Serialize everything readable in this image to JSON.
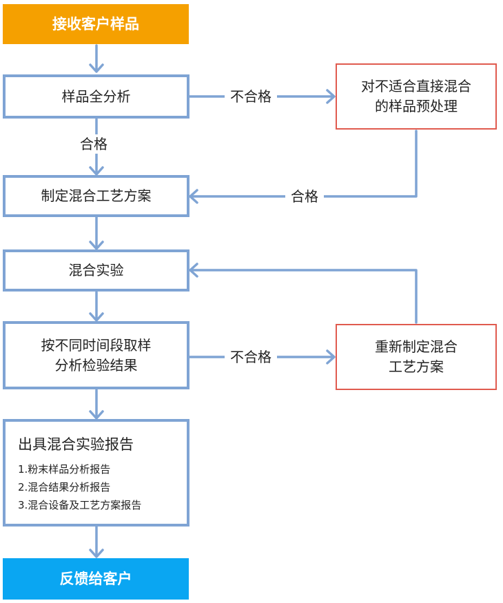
{
  "nodes": {
    "receive": "接收客户样品",
    "analysis": "样品全分析",
    "pretreat": [
      "对不适合直接混合",
      "的样品预处理"
    ],
    "plan": "制定混合工艺方案",
    "experiment": "混合实验",
    "sampling": [
      "按不同时间段取样",
      "分析检验结果"
    ],
    "redo_plan": [
      "重新制定混合",
      "工艺方案"
    ],
    "report": {
      "title": "出具混合实验报告",
      "items": [
        "1.粉末样品分析报告",
        "2.混合结果分析报告",
        "3.混合设备及工艺方案报告"
      ]
    },
    "feedback": "反馈给客户"
  },
  "edge_labels": {
    "fail_1": "不合格",
    "pass_1": "合格",
    "pass_2": "合格",
    "fail_2": "不合格"
  },
  "colors": {
    "connector": "#7fa4d4",
    "start_fill": "#f5a000",
    "end_fill": "#0aa6f2",
    "alt_border": "#e05a4e"
  }
}
